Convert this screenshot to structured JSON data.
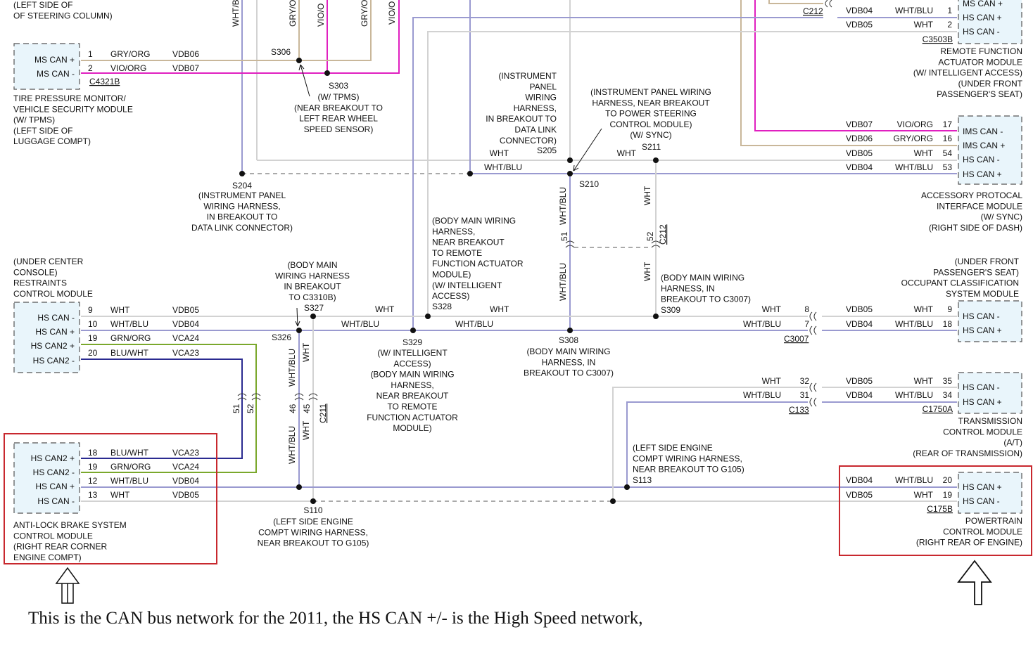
{
  "caption": "This is the CAN bus network for the 2011, the HS CAN +/- is the High Speed network,",
  "highlight_color": "#c8282e",
  "wire_colors": {
    "WHT": "#d2d2d2",
    "WHT/BLU": "#9a9ad0",
    "GRY/ORG": "#c9b79a",
    "VIO/ORG": "#e020c0",
    "GRN/ORG": "#7aa82c",
    "BLU/WHT": "#2a2a90"
  },
  "modules": {
    "tpms": {
      "pins": [
        "MS CAN +",
        "MS CAN -"
      ],
      "connector": "C4321B",
      "desc": [
        "TIRE PRESSURE MONITOR/",
        "VEHICLE SECURITY MODULE",
        "(W/ TPMS)",
        "(LEFT SIDE OF",
        "LUGGAGE COMPT)"
      ]
    },
    "restraints": {
      "pins": [
        "HS CAN -",
        "HS CAN +",
        "HS CAN2 +",
        "HS CAN2 -"
      ],
      "desc": [
        "(UNDER CENTER",
        "CONSOLE)",
        "RESTRAINTS",
        "CONTROL MODULE"
      ]
    },
    "abs": {
      "pins": [
        "HS CAN2 +",
        "HS CAN2 -",
        "HS CAN +",
        "HS CAN -"
      ],
      "desc": [
        "ANTI-LOCK BRAKE SYSTEM",
        "CONTROL MODULE",
        "(RIGHT REAR CORNER",
        "ENGINE COMPT)"
      ]
    },
    "rfa": {
      "pins": [
        "MS CAN +",
        "HS CAN +",
        "HS CAN -"
      ],
      "connector": "C3503B",
      "desc": [
        "REMOTE FUNCTION",
        "ACTUATOR MODULE",
        "(W/ INTELLIGENT ACCESS)",
        "(UNDER FRONT",
        "PASSENGER'S SEAT)"
      ]
    },
    "apim": {
      "pins": [
        "IMS CAN -",
        "IMS CAN +",
        "HS CAN -",
        "HS CAN +"
      ],
      "desc": [
        "ACCESSORY PROTOCAL",
        "INTERFACE MODULE",
        "(W/ SYNC)",
        "(RIGHT SIDE OF DASH)"
      ]
    },
    "ocs": {
      "pins": [
        "HS CAN -",
        "HS CAN +"
      ],
      "desc": [
        "(UNDER FRONT",
        "PASSENGER'S SEAT)",
        "OCCUPANT CLASSIFICATION",
        "SYSTEM MODULE"
      ]
    },
    "tcm": {
      "pins": [
        "HS CAN -",
        "HS CAN +"
      ],
      "connector": "C1750A",
      "desc": [
        "TRANSMISSION",
        "CONTROL MODULE",
        "(A/T)",
        "(REAR OF TRANSMISSION)"
      ]
    },
    "pcm": {
      "pins": [
        "HS CAN +",
        "HS CAN -"
      ],
      "connector": "C175B",
      "desc": [
        "POWERTRAIN",
        "CONTROL MODULE",
        "(RIGHT REAR OF ENGINE)"
      ]
    }
  },
  "steering_note": [
    "(LEFT SIDE OF",
    "OF STEERING COLUMN)"
  ],
  "wires_left": {
    "tpms": [
      [
        "1",
        "GRY/ORG",
        "VDB06"
      ],
      [
        "2",
        "VIO/ORG",
        "VDB07"
      ]
    ],
    "restraints": [
      [
        "9",
        "WHT",
        "VDB05"
      ],
      [
        "10",
        "WHT/BLU",
        "VDB04"
      ],
      [
        "19",
        "GRN/ORG",
        "VCA24"
      ],
      [
        "20",
        "BLU/WHT",
        "VCA23"
      ]
    ],
    "abs": [
      [
        "18",
        "BLU/WHT",
        "VCA23"
      ],
      [
        "19",
        "GRN/ORG",
        "VCA24"
      ],
      [
        "12",
        "WHT/BLU",
        "VDB04"
      ],
      [
        "13",
        "WHT",
        "VDB05"
      ]
    ]
  },
  "wires_right": {
    "rfa": [
      [
        "VDB04",
        "WHT/BLU",
        "1"
      ],
      [
        "VDB05",
        "WHT",
        "2"
      ]
    ],
    "rfa_connector": "C212",
    "apim": [
      [
        "VDB07",
        "VIO/ORG",
        "17"
      ],
      [
        "VDB06",
        "GRY/ORG",
        "16"
      ],
      [
        "VDB05",
        "WHT",
        "54"
      ],
      [
        "VDB04",
        "WHT/BLU",
        "53"
      ]
    ],
    "ocs": [
      [
        "VDB05",
        "WHT",
        "9"
      ],
      [
        "VDB04",
        "WHT/BLU",
        "18"
      ]
    ],
    "ocs_inline": [
      [
        "WHT",
        "8"
      ],
      [
        "WHT/BLU",
        "7"
      ]
    ],
    "ocs_inline_conn": "C3007",
    "tcm": [
      [
        "VDB05",
        "WHT",
        "35"
      ],
      [
        "VDB04",
        "WHT/BLU",
        "34"
      ]
    ],
    "tcm_inline": [
      [
        "WHT",
        "32"
      ],
      [
        "WHT/BLU",
        "31"
      ]
    ],
    "tcm_inline_conn": "C133",
    "pcm": [
      [
        "VDB04",
        "WHT/BLU",
        "20"
      ],
      [
        "VDB05",
        "WHT",
        "19"
      ]
    ]
  },
  "top_vertical_labels": [
    "WHT/B",
    "GRY/O",
    "VIO/O",
    "GRY/O",
    "VIO/O"
  ],
  "splices": {
    "s306": {
      "id": "S306"
    },
    "s303": {
      "id": "S303",
      "note": [
        "(W/ TPMS)",
        "(NEAR BREAKOUT TO",
        "LEFT REAR WHEEL",
        "SPEED SENSOR)"
      ]
    },
    "s204": {
      "id": "S204",
      "note": [
        "(INSTRUMENT PANEL",
        "WIRING HARNESS,",
        "IN BREAKOUT TO",
        "DATA LINK CONNECTOR)"
      ]
    },
    "s205": {
      "id": "S205",
      "note": [
        "(INSTRUMENT",
        "PANEL",
        "WIRING",
        "HARNESS,",
        "IN BREAKOUT TO",
        "DATA LINK",
        "CONNECTOR)"
      ]
    },
    "s211": {
      "id": "S211",
      "note": [
        "(INSTRUMENT PANEL WIRING",
        "HARNESS, NEAR BREAKOUT",
        "TO POWER STEERING",
        "CONTROL MODULE)",
        "(W/ SYNC)"
      ]
    },
    "s210": {
      "id": "S210"
    },
    "s327": {
      "id": "S327",
      "note": [
        "(BODY MAIN",
        "WIRING HARNESS",
        "IN BREAKOUT",
        "TO C3310B)"
      ]
    },
    "s326": {
      "id": "S326"
    },
    "s329": {
      "id": "S329",
      "note": [
        "(W/ INTELLIGENT",
        "ACCESS)",
        "(BODY MAIN WIRING",
        "HARNESS,",
        "NEAR BREAKOUT",
        "TO REMOTE",
        "FUNCTION ACTUATOR",
        "MODULE)"
      ]
    },
    "s328": {
      "id": "S328",
      "note": [
        "(BODY MAIN WIRING",
        "HARNESS,",
        "NEAR BREAKOUT",
        "TO REMOTE",
        "FUNCTION ACTUATOR",
        "MODULE)",
        "(W/ INTELLIGENT",
        "ACCESS)"
      ]
    },
    "s308": {
      "id": "S308",
      "note": [
        "(BODY MAIN WIRING",
        "HARNESS, IN",
        "BREAKOUT TO C3007)"
      ]
    },
    "s309": {
      "id": "S309",
      "note": [
        "(BODY MAIN WIRING",
        "HARNESS, IN",
        "BREAKOUT TO C3007)"
      ]
    },
    "s110": {
      "id": "S110",
      "note": [
        "(LEFT SIDE ENGINE",
        "COMPT WIRING HARNESS,",
        "NEAR BREAKOUT TO G105)"
      ]
    },
    "s113": {
      "id": "S113",
      "note": [
        "(LEFT SIDE ENGINE",
        "COMPT WIRING HARNESS,",
        "NEAR BREAKOUT TO G105)"
      ]
    }
  },
  "misc_labels": {
    "wht": "WHT",
    "whtblu": "WHT/BLU",
    "c211": "C211",
    "c212": "C212",
    "p51": "51",
    "p52": "52",
    "p46": "46",
    "p45": "45"
  }
}
